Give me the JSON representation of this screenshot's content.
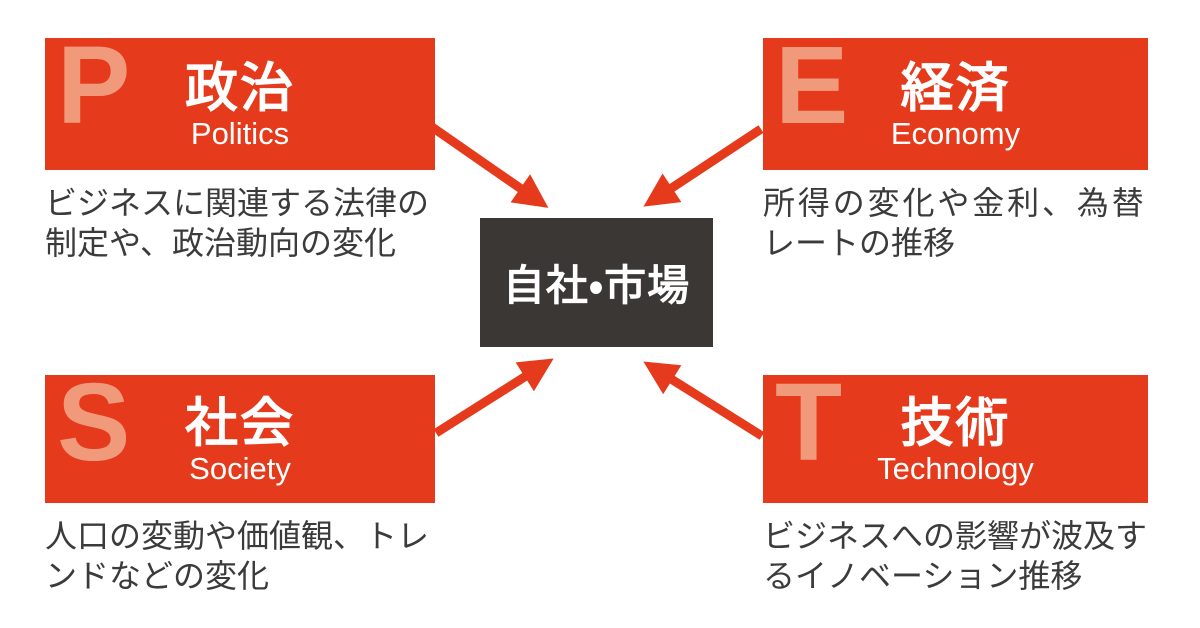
{
  "center": {
    "label": "自社・市場"
  },
  "quadrants": [
    {
      "key": "politics",
      "letter": "P",
      "title": "政治",
      "subtitle": "Politics",
      "description_lines": [
        "ビジネスに関連する法律の",
        "制定や、政治動向の変化"
      ]
    },
    {
      "key": "economy",
      "letter": "E",
      "title": "経済",
      "subtitle": "Economy",
      "description_lines": [
        "所得の変化や金利、為替",
        "レートの推移"
      ]
    },
    {
      "key": "society",
      "letter": "S",
      "title": "社会",
      "subtitle": "Society",
      "description_lines": [
        "人口の変動や価値観、トレ",
        "ンドなどの変化"
      ]
    },
    {
      "key": "technology",
      "letter": "T",
      "title": "技術",
      "subtitle": "Technology",
      "description_lines": [
        "ビジネスへの影響が波及す",
        "るイノベーション推移"
      ]
    }
  ],
  "colors": {
    "box_red": "#E53A1B",
    "letter_tint": "#F19A7B",
    "center_bg": "#3B3734",
    "center_text": "#FFFFFF",
    "box_text": "#FFFFFF",
    "description_text": "#3B3B3B",
    "arrow": "#E53A1B",
    "background": "#FFFFFF"
  }
}
